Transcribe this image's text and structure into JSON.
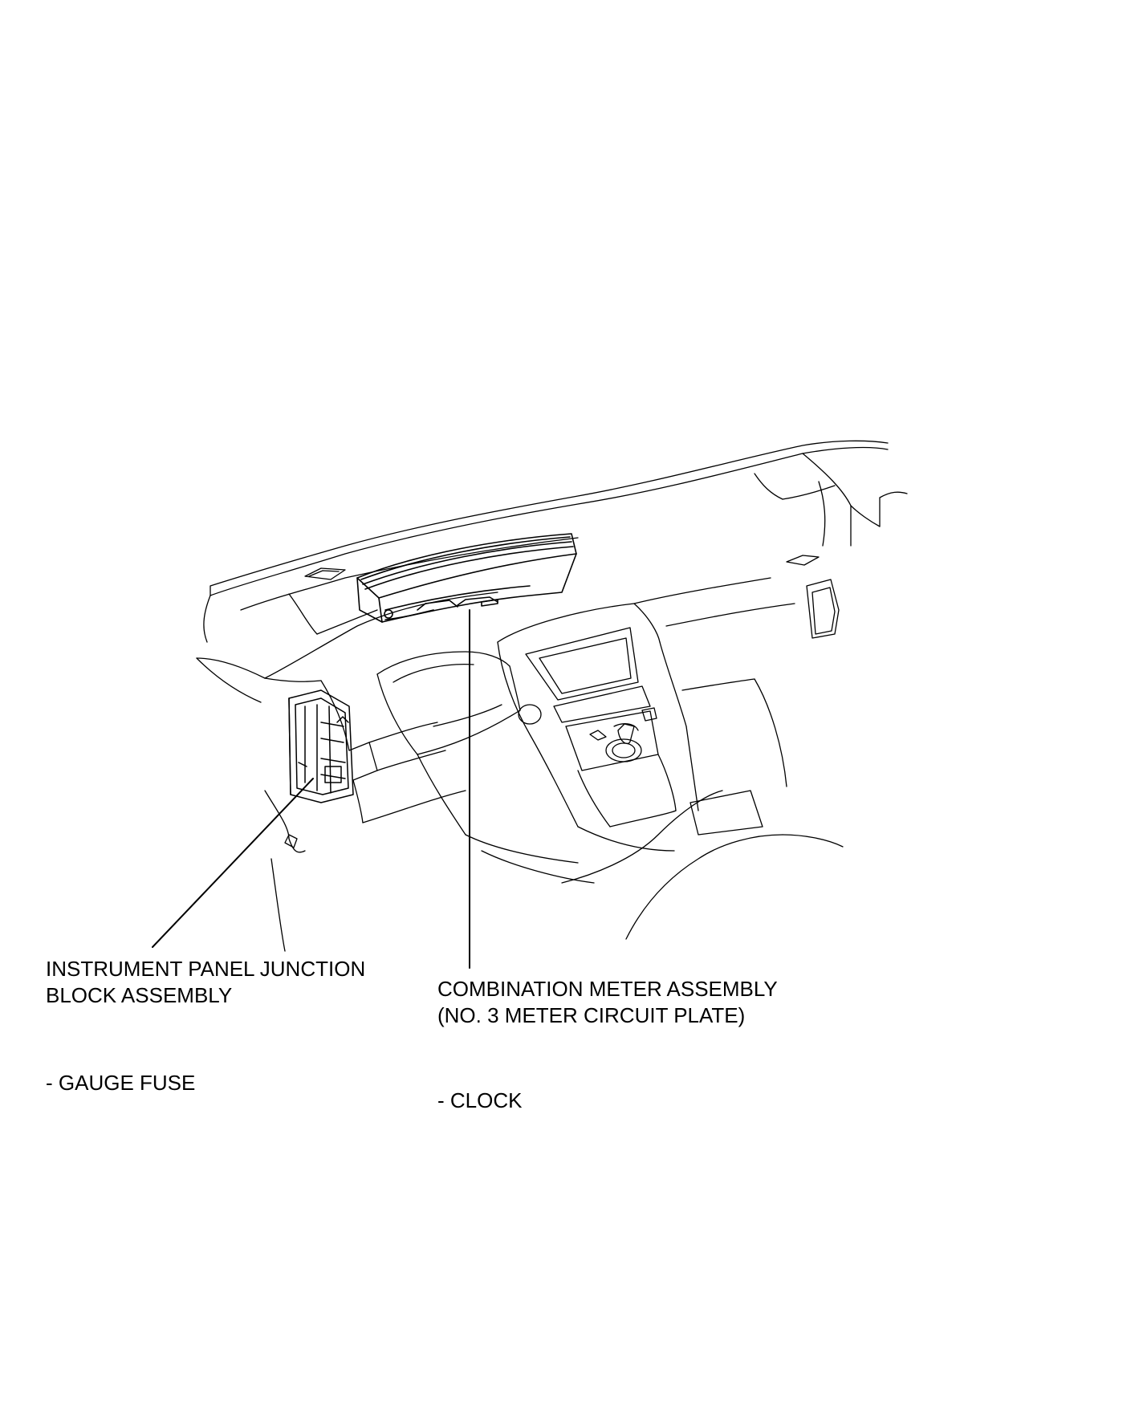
{
  "junction_block": {
    "line1": "INSTRUMENT PANEL JUNCTION",
    "line2": "BLOCK ASSEMBLY",
    "sub": "- GAUGE FUSE"
  },
  "combination_meter": {
    "line1": "COMBINATION METER ASSEMBLY",
    "line2": "(NO. 3 METER CIRCUIT PLATE)",
    "sub": "- CLOCK"
  }
}
